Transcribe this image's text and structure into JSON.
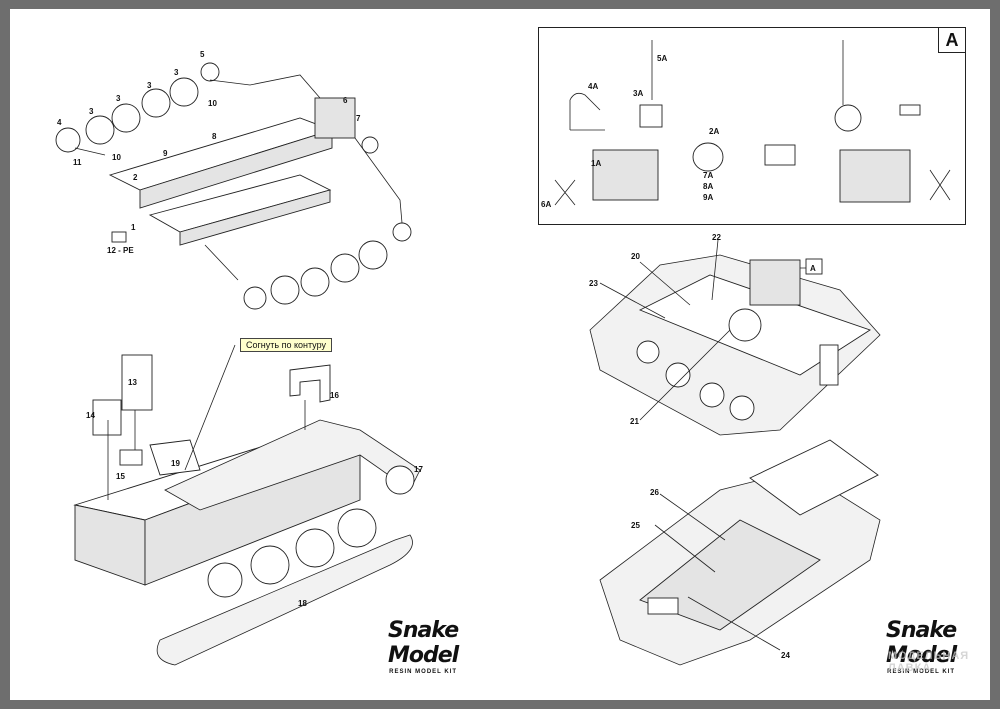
{
  "inset": {
    "tag": "A"
  },
  "callout": {
    "text": "Согнуть по контуру"
  },
  "logos": [
    {
      "line1": "Snake",
      "line2": "Model",
      "line3": "RESIN MODEL KIT"
    },
    {
      "line1": "Snake",
      "line2": "Model",
      "line3": "RESIN MODEL KIT"
    }
  ],
  "watermark": {
    "line1": "МОДЕЛЬНАЯ",
    "line2": "ЛАВКА"
  },
  "labels": {
    "p1": "1",
    "p2": "2",
    "p3a": "3",
    "p3b": "3",
    "p3c": "3",
    "p3d": "3",
    "p4": "4",
    "p5": "5",
    "p6": "6",
    "p7": "7",
    "p8": "8",
    "p9": "9",
    "p10a": "10",
    "p10b": "10",
    "p11": "11",
    "p12": "12 - PE",
    "p13": "13",
    "p14": "14",
    "p15": "15",
    "p16": "16",
    "p17": "17",
    "p18": "18",
    "p19": "19",
    "a5": "5A",
    "a4": "4A",
    "a3": "3A",
    "a2": "2A",
    "a1": "1A",
    "a7": "7A",
    "a8": "8A",
    "a9": "9A",
    "a6": "6A",
    "p20": "20",
    "p21": "21",
    "p22": "22",
    "p23": "23",
    "pA": "A",
    "p24": "24",
    "p25": "25",
    "p26": "26"
  }
}
